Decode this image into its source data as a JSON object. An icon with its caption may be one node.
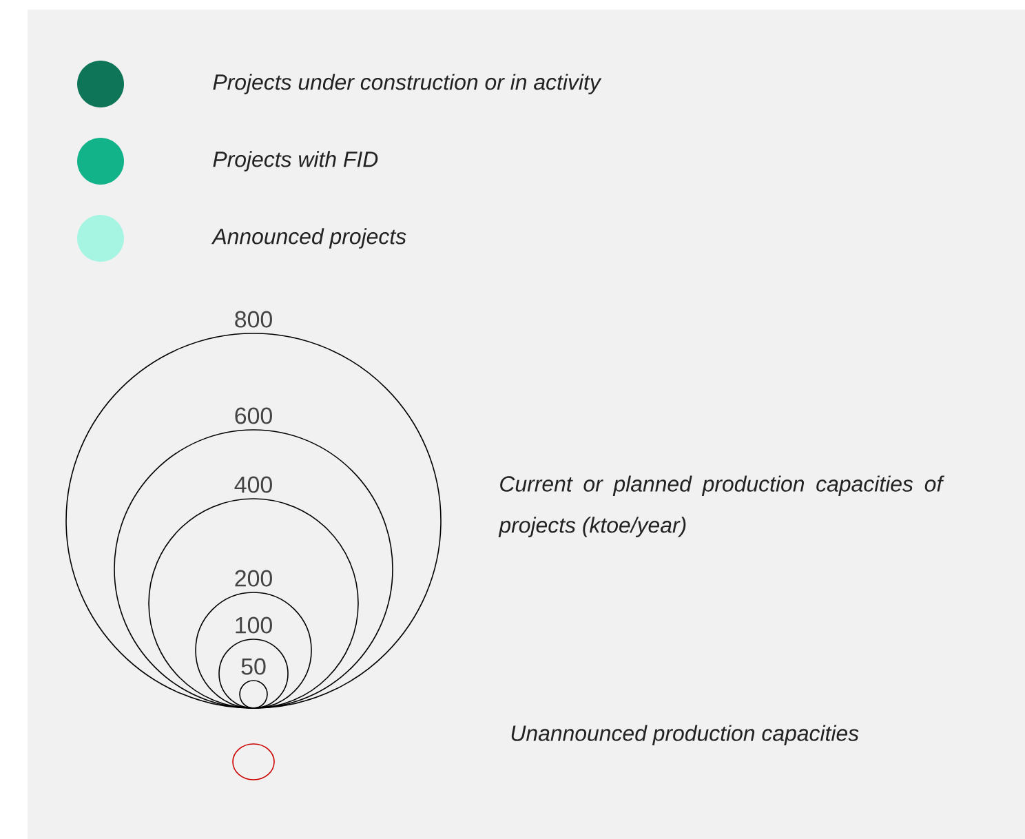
{
  "diagram": {
    "labels": [
      "800",
      "600",
      "400",
      "200",
      "100",
      "50"
    ],
    "legend": [
      {
        "text": "Projects under construction or in activity",
        "color": "#0e7558"
      },
      {
        "text": "Projects with FID",
        "color": "#13b389"
      },
      {
        "text": "Announced projects",
        "color": "#a6f5e3"
      },
      {
        "text": "Current or planned production capacities of projects (ktoe/year)"
      },
      {
        "text": "Unannounced production capacities"
      }
    ]
  }
}
